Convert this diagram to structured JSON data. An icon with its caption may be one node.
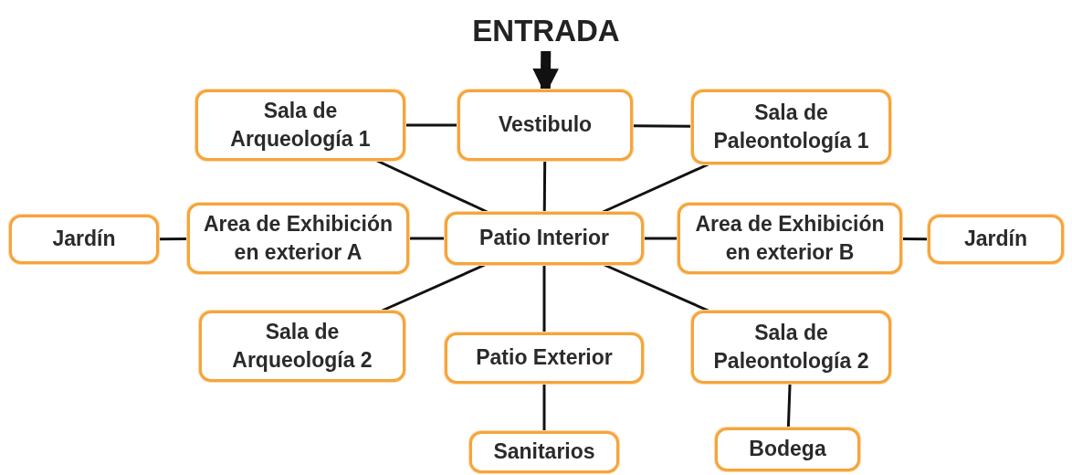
{
  "diagram": {
    "nodes": [
      {
        "text": [
          "ENTRADA"
        ]
      },
      {
        "text": [
          "Vestibulo"
        ]
      },
      {
        "text": [
          "Sala de Arqueología 1"
        ]
      },
      {
        "text": [
          "Sala de Paleontología 1"
        ]
      },
      {
        "text": [
          "Jardín"
        ]
      },
      {
        "text": [
          "Area de Exhibición en exterior A"
        ]
      },
      {
        "text": [
          "Patio Interior"
        ]
      },
      {
        "text": [
          "Area de Exhibición en exterior B"
        ]
      },
      {
        "text": [
          "Jardín"
        ]
      },
      {
        "text": [
          "Sala de Arqueología 2"
        ]
      },
      {
        "text": [
          "Patio Exterior"
        ]
      },
      {
        "text": [
          "Sala de Paleontología 2"
        ]
      },
      {
        "text": [
          "Sanitarios"
        ]
      },
      {
        "text": [
          "Bodega"
        ]
      }
    ],
    "edges": [
      {
        "from": 0,
        "to": 1,
        "arrow": "to",
        "style": "thick"
      },
      {
        "from": 2,
        "to": 1,
        "arrow": "none"
      },
      {
        "from": 1,
        "to": 3,
        "arrow": "none"
      },
      {
        "from": 1,
        "to": 6,
        "arrow": "none"
      },
      {
        "from": 2,
        "to": 6,
        "arrow": "none"
      },
      {
        "from": 3,
        "to": 6,
        "arrow": "none"
      },
      {
        "from": 4,
        "to": 5,
        "arrow": "none"
      },
      {
        "from": 5,
        "to": 6,
        "arrow": "none"
      },
      {
        "from": 6,
        "to": 7,
        "arrow": "none"
      },
      {
        "from": 7,
        "to": 8,
        "arrow": "none"
      },
      {
        "from": 9,
        "to": 6,
        "arrow": "none"
      },
      {
        "from": 6,
        "to": 11,
        "arrow": "none"
      },
      {
        "from": 6,
        "to": 10,
        "arrow": "none"
      },
      {
        "from": 10,
        "to": 12,
        "arrow": "none"
      },
      {
        "from": 11,
        "to": 13,
        "arrow": "none"
      }
    ]
  }
}
